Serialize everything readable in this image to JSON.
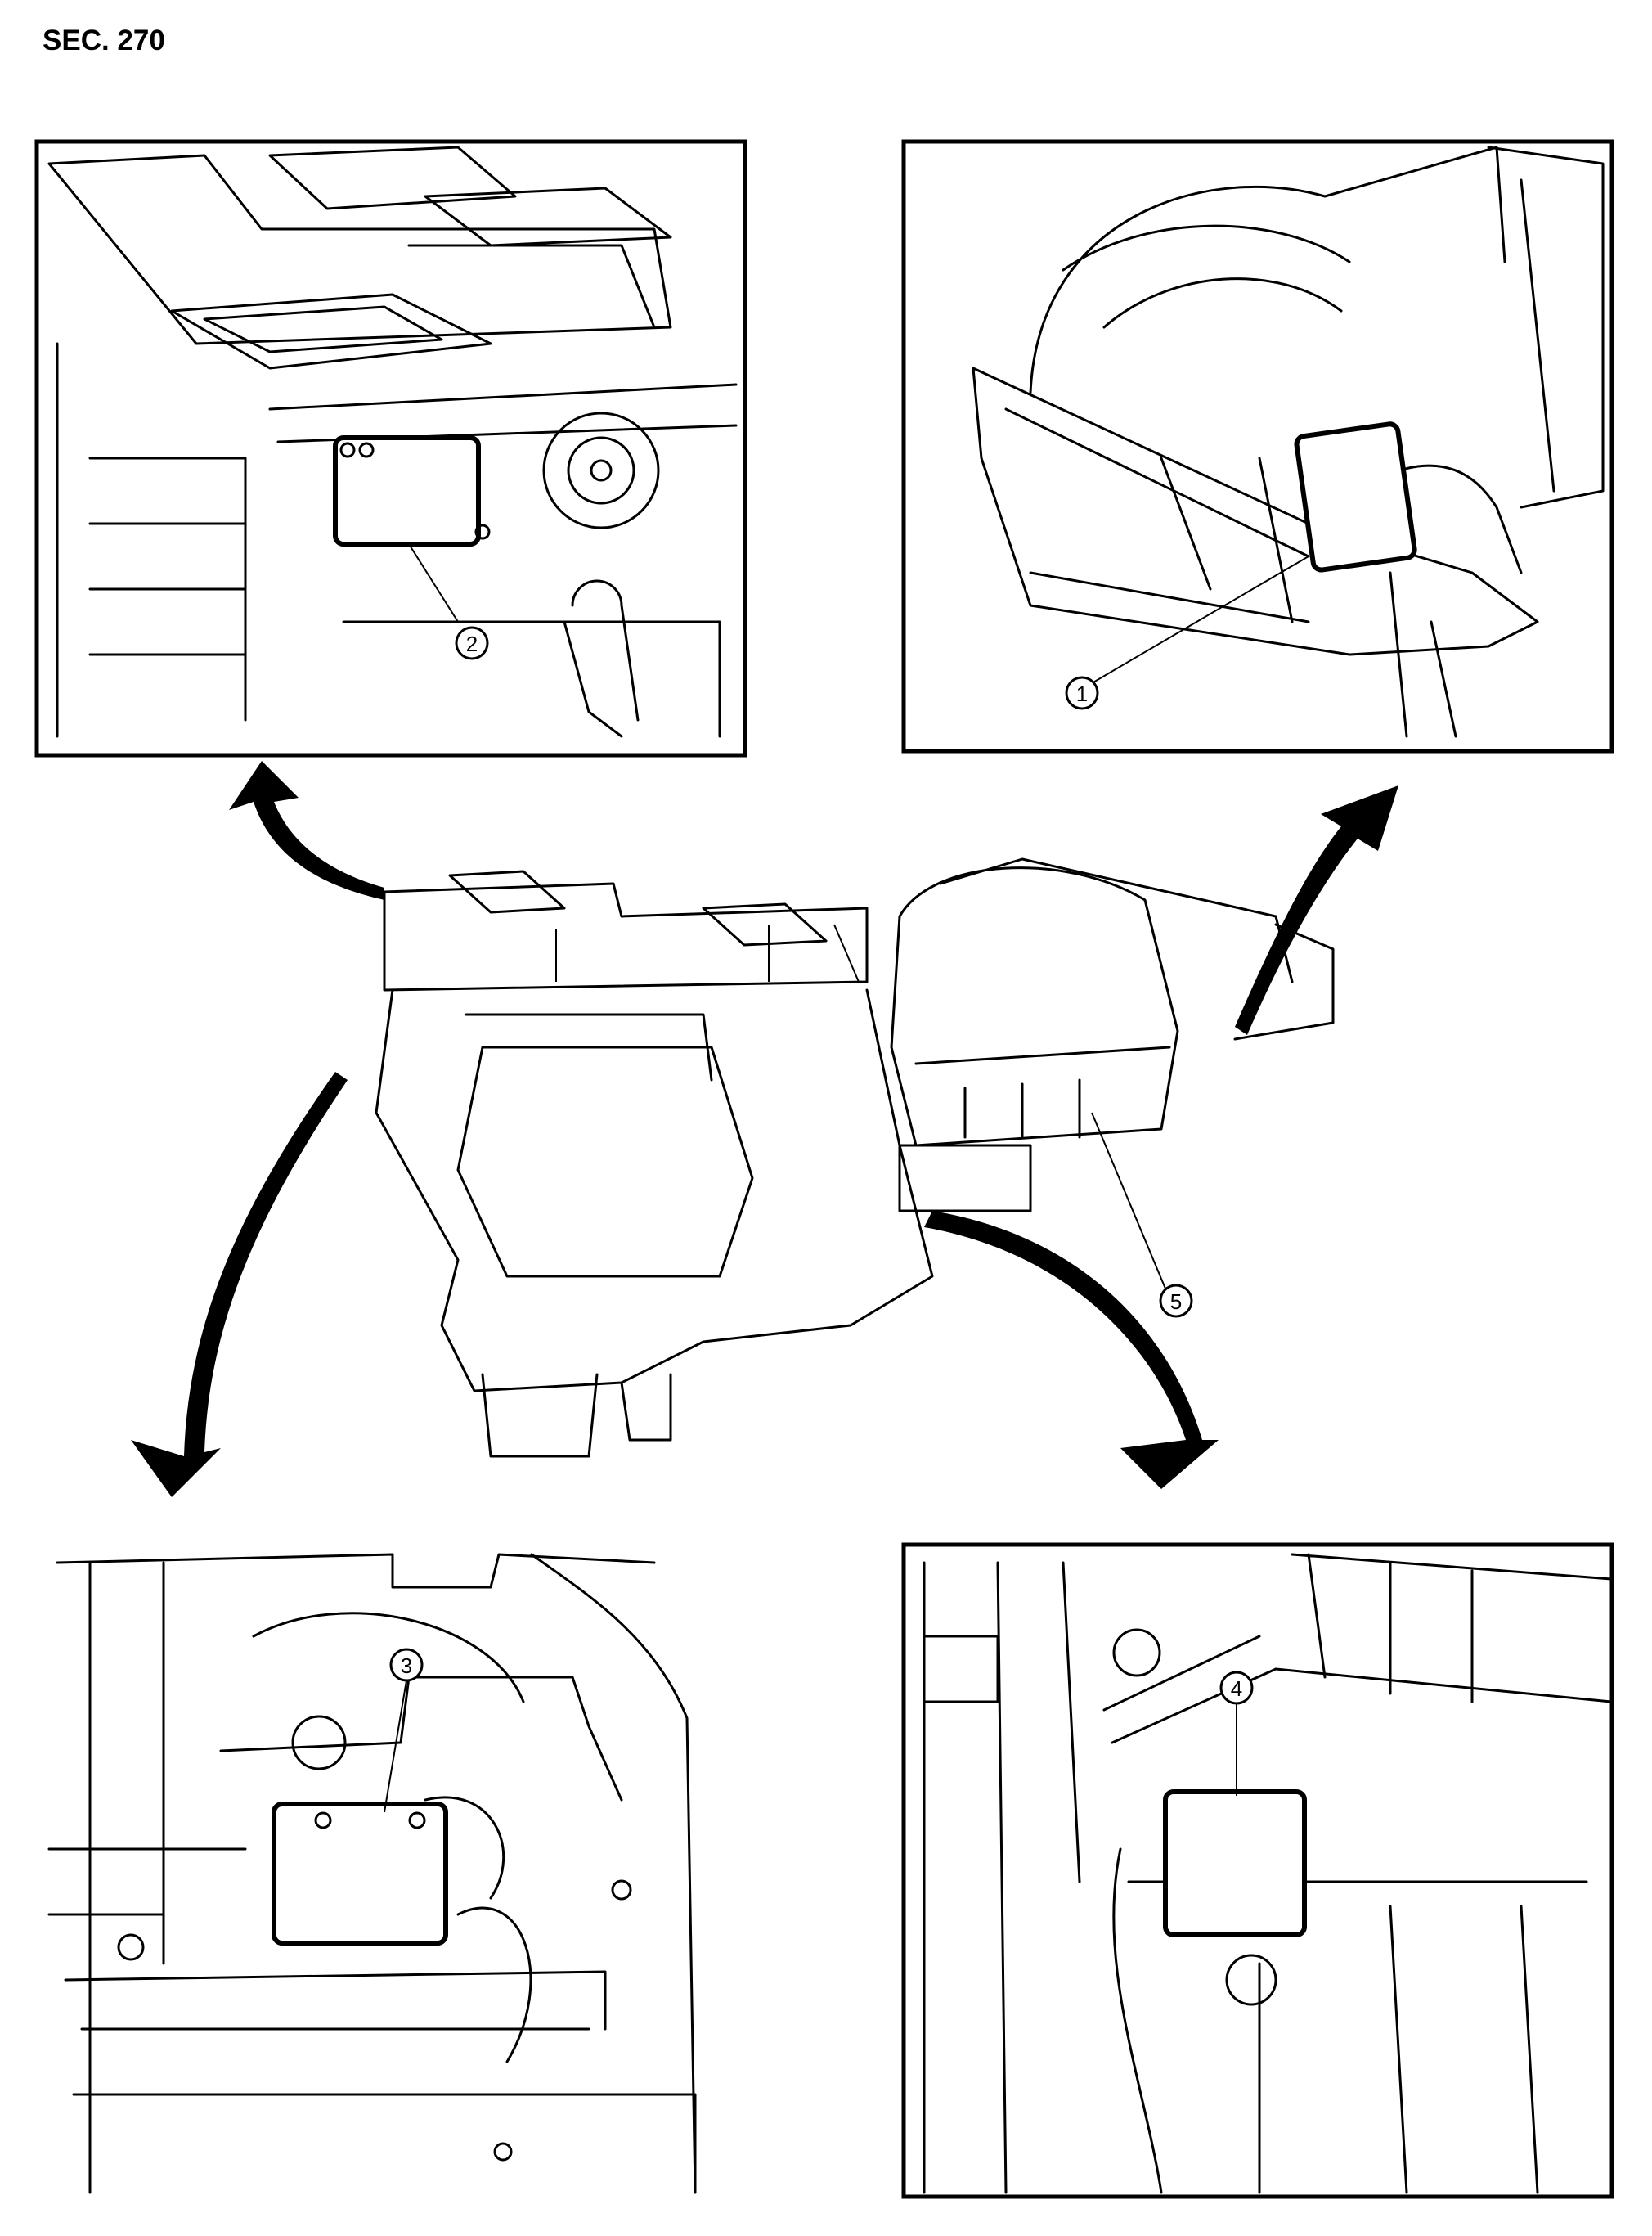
{
  "section_label": "SEC. 270",
  "callouts": [
    {
      "id": "1",
      "label": "1"
    },
    {
      "id": "2",
      "label": "2"
    },
    {
      "id": "3",
      "label": "3"
    },
    {
      "id": "4",
      "label": "4"
    },
    {
      "id": "5",
      "label": "5"
    }
  ],
  "colors": {
    "ink": "#000000",
    "paper": "#ffffff"
  }
}
